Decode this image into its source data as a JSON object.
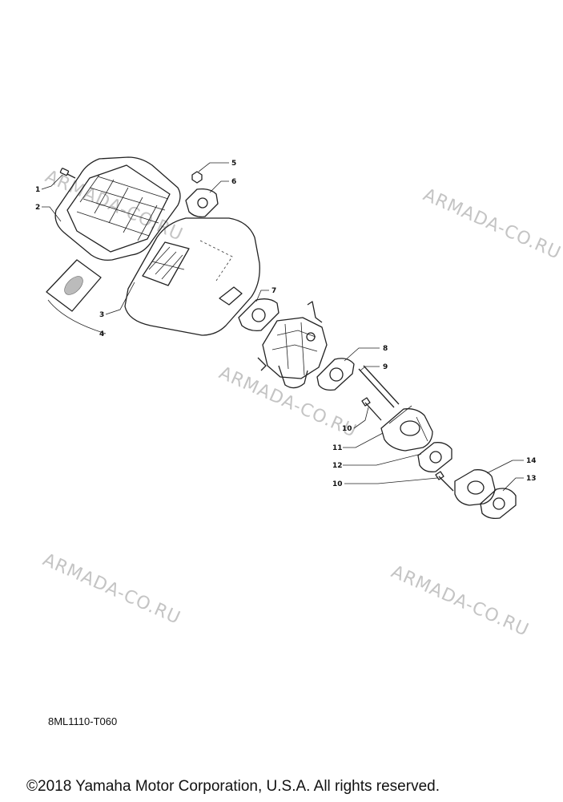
{
  "watermarks": [
    "ARMADA-CO.RU",
    "ARMADA-CO.RU",
    "ARMADA-CO.RU",
    "ARMADA-CO.RU",
    "ARMADA-CO.RU"
  ],
  "callouts": [
    "1",
    "2",
    "3",
    "4",
    "5",
    "6",
    "7",
    "8",
    "9",
    "10",
    "11",
    "12",
    "10",
    "14",
    "13"
  ],
  "diagram_code": "8ML1110-T060",
  "copyright": "©2018 Yamaha Motor Corporation, U.S.A. All rights reserved."
}
